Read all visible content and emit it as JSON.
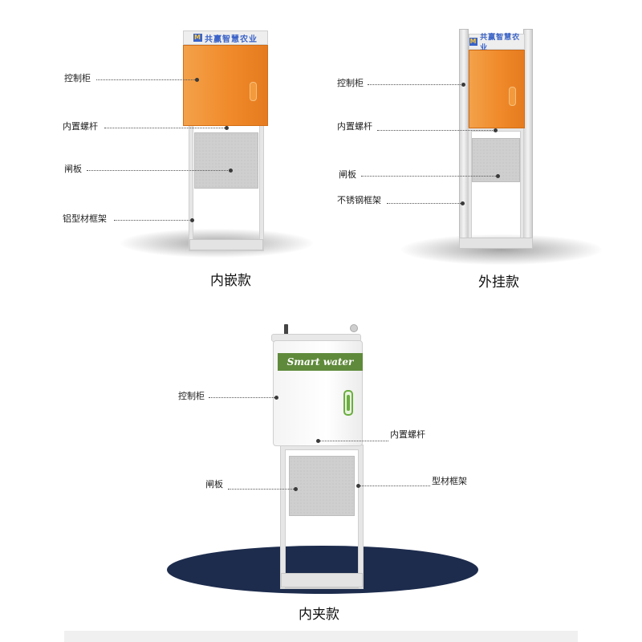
{
  "models": [
    {
      "caption": "内嵌款",
      "brand": "共赢智慧农业",
      "labels": {
        "control_cabinet": "控制柜",
        "screw_rod": "内置螺杆",
        "gate_plate": "闸板",
        "frame": "铝型材框架"
      }
    },
    {
      "caption": "外挂款",
      "brand": "共赢智慧农业",
      "labels": {
        "control_cabinet": "控制柜",
        "screw_rod": "内置螺杆",
        "gate_plate": "闸板",
        "frame": "不锈钢框架"
      }
    },
    {
      "caption": "内夹款",
      "brand": "Smart water",
      "labels": {
        "control_cabinet": "控制柜",
        "screw_rod": "内置螺杆",
        "gate_plate": "闸板",
        "frame": "型材框架"
      }
    }
  ],
  "colors": {
    "cabinet_orange": "#f08a2a",
    "brand_blue": "#3a63c8",
    "band_green": "#5f8a3b",
    "handle_green": "#6aae3f",
    "ground_navy": "#1d2c4d"
  },
  "icons": [
    "brand-logo-icon",
    "door-handle-icon",
    "antenna-icon"
  ]
}
